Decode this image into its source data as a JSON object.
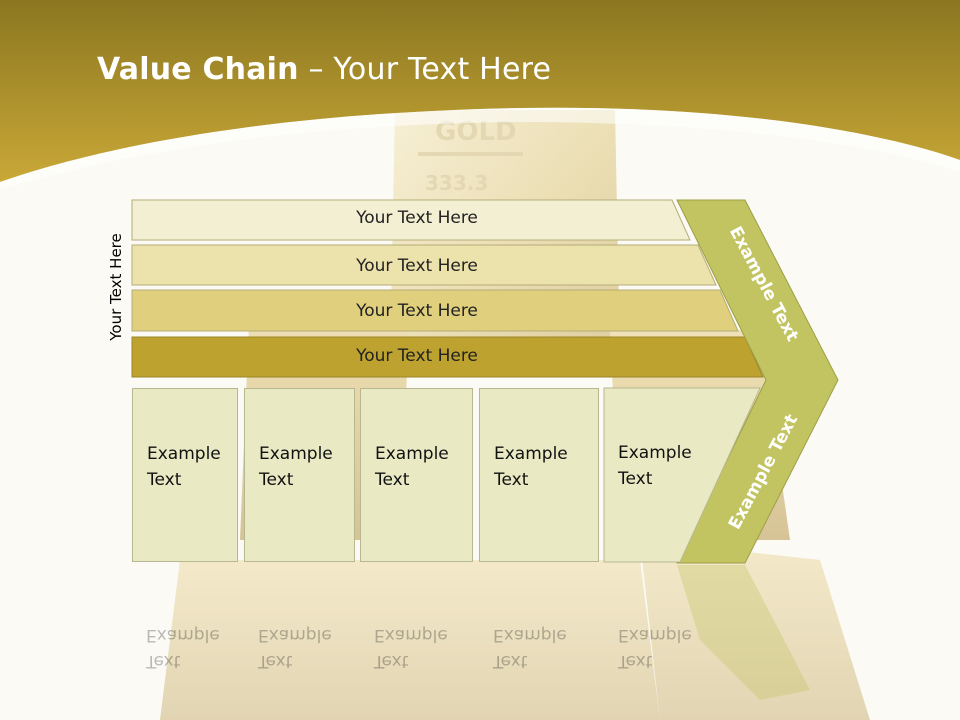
{
  "title": {
    "bold": "Value Chain",
    "rest": " – Your Text Here"
  },
  "side_label": "Your Text Here",
  "rows": [
    {
      "label": "Your Text Here",
      "color": "#f3efd2"
    },
    {
      "label": "Your Text Here",
      "color": "#ece2ac"
    },
    {
      "label": "Your Text Here",
      "color": "#e0cf7c"
    },
    {
      "label": "Your Text Here",
      "color": "#bda22f"
    }
  ],
  "boxes": [
    {
      "line1": "Example",
      "line2": "Text"
    },
    {
      "line1": "Example",
      "line2": "Text"
    },
    {
      "line1": "Example",
      "line2": "Text"
    },
    {
      "line1": "Example",
      "line2": "Text"
    },
    {
      "line1": "Example",
      "line2": "Text"
    }
  ],
  "arrow": {
    "upper": "Example Text",
    "lower": "Example Text",
    "color": "#c2c462"
  },
  "colors": {
    "header_top": "#8b7620",
    "header_bottom": "#c9a837",
    "background": "#fbfaf4"
  }
}
